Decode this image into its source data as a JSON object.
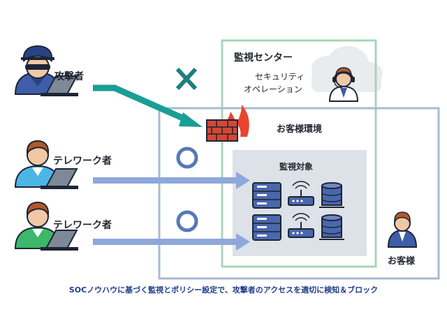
{
  "labels": {
    "attacker": "攻撃者",
    "teleworker_1": "テレワーク者",
    "teleworker_2": "テレワーク者",
    "soc_center": "監視センター",
    "security_operation_line1": "セキュリティ",
    "security_operation_line2": "オペレーション",
    "customer_environment": "お客様環境",
    "monitored_targets": "監視対象",
    "customer": "お客様"
  },
  "caption": "SOCノウハウに基づく監視とポリシー設定で、攻撃者のアクセスを適切に検知＆ブロック",
  "icons": {
    "attacker": "hooded-attacker-with-laptop-icon",
    "teleworker": "worker-with-laptop-icon",
    "operator": "headset-operator-icon",
    "firewall": "firewall-icon",
    "server": "server-icon",
    "router": "wifi-router-icon",
    "database": "database-icon",
    "block": "cross-mark-icon",
    "allow": "circle-mark-icon"
  },
  "colors": {
    "attack_arrow": "#1a9e96",
    "allowed_arrow": "#8fa8db",
    "soc_border": "#a8d4b8",
    "customer_border": "#a9bad3",
    "monitored_area": "#dde1e8",
    "block_mark": "#1f7f7d",
    "allow_mark": "#5579b8",
    "caption_text": "#1f3c8a"
  }
}
